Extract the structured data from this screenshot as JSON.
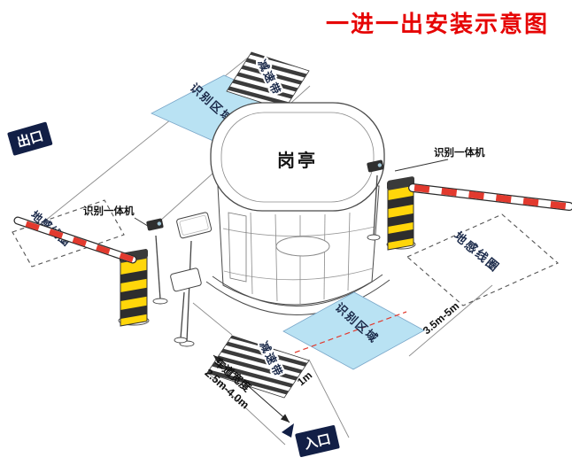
{
  "title": "一进一出安装示意图",
  "badges": {
    "exit": "出口",
    "entrance": "入口"
  },
  "booth": {
    "label": "岗亭"
  },
  "areas": {
    "recognition_top": "识别区域",
    "recognition_bottom": "识别区域"
  },
  "speed_bumps": {
    "top": "减速带",
    "bottom": "减速带"
  },
  "coils": {
    "left": "地感线圈",
    "right": "地感线圈"
  },
  "readers": {
    "left": "识别一体机",
    "right": "识别一体机"
  },
  "dimensions": {
    "coil_distance": "3.5m-5m",
    "stop_line_offset": "1m",
    "lane_width_label": "车道宽度",
    "lane_width_value": "2.5m-4.0m"
  },
  "colors": {
    "title": "#e60505",
    "area_fill": "#b9e2f3",
    "area_stroke": "#7aa7c9",
    "badge_bg": "#121f46",
    "barrier_yellow": "#ffd60a",
    "arm_red": "#e23a2e",
    "text_dark": "#1b2a4a"
  }
}
